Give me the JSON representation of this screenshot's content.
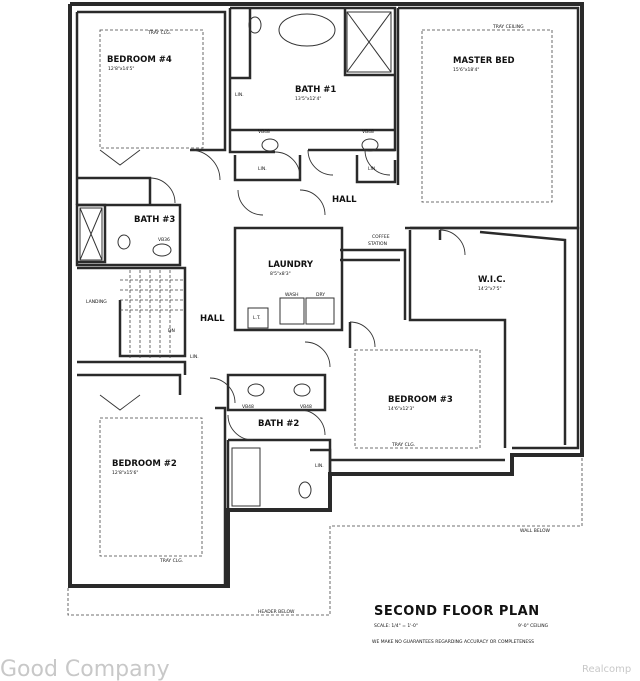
{
  "rooms": {
    "bedroom4": {
      "name": "BEDROOM #4",
      "dims": "12'8\"x14'5\"",
      "note": "TRAY CLG."
    },
    "bath1": {
      "name": "BATH #1",
      "dims": "13'5\"x12'4\"",
      "vanity_left": "VB48",
      "vanity_right": "VB48"
    },
    "master": {
      "name": "MASTER BED",
      "dims": "15'6\"x18'4\"",
      "note": "TRAY CEILING"
    },
    "bath3": {
      "name": "BATH #3",
      "vanity": "VB36"
    },
    "laundry": {
      "name": "LAUNDRY",
      "dims": "8'5\"x8'3\"",
      "wash": "WASH",
      "dry": "DRY",
      "lt": "L.T."
    },
    "wic": {
      "name": "W.I.C.",
      "dims": "14'2\"x7'5\""
    },
    "bedroom3": {
      "name": "BEDROOM #3",
      "dims": "14'6\"x12'3\"",
      "note": "TRAY CLG."
    },
    "bath2": {
      "name": "BATH #2",
      "vanity_left": "VB48",
      "vanity_right": "VB48"
    },
    "bedroom2": {
      "name": "BEDROOM #2",
      "dims": "12'8\"x15'6\"",
      "note": "TRAY CLG."
    }
  },
  "labels": {
    "hall_upper": "HALL",
    "hall_lower": "HALL",
    "coffee1": "COFFEE",
    "coffee2": "STATION",
    "landing": "LANDING",
    "stair": "DN",
    "lin1": "LIN.",
    "lin2": "LIN.",
    "lin3": "LIN.",
    "lin4": "LIN.",
    "lin5": "LIN.",
    "wall_below": "WALL BELOW",
    "header_below": "HEADER BELOW"
  },
  "title": {
    "main": "SECOND FLOOR PLAN",
    "scale": "SCALE: 1/4\" = 1'-0\"",
    "ceiling": "9'-0\" CEILING",
    "disclaimer": "WE MAKE NO GUARANTEES REGARDING ACCURACY OR COMPLETENESS"
  },
  "watermarks": {
    "left": "Good Company",
    "right": "Realcomp"
  }
}
